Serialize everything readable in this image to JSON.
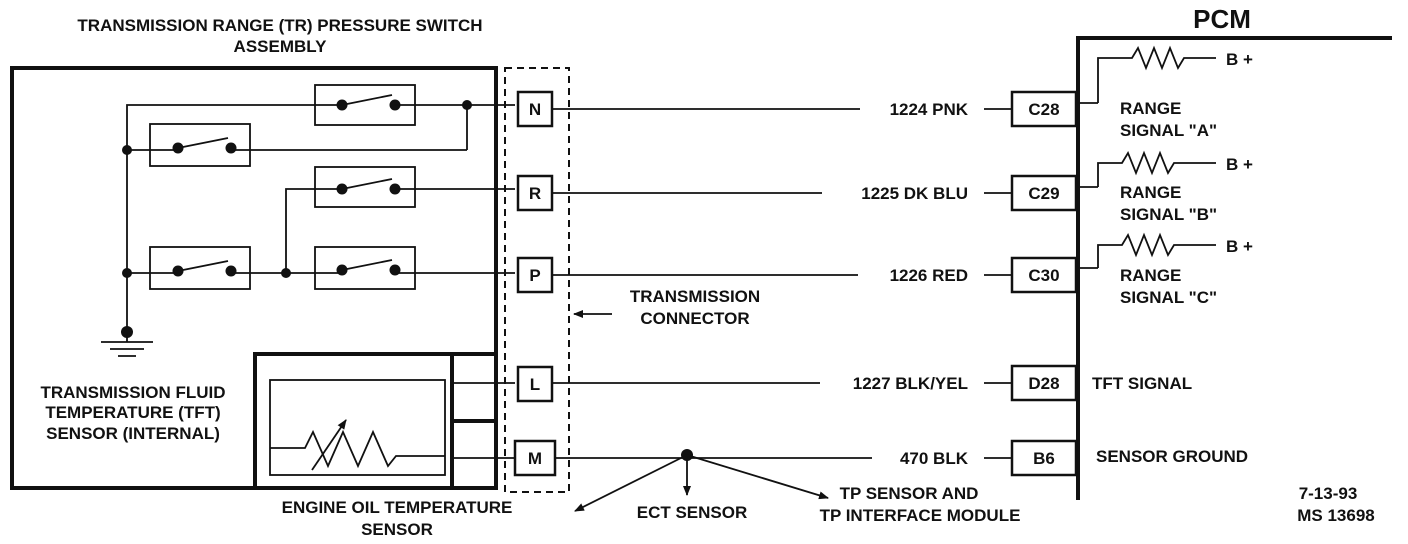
{
  "title": {
    "line1": "TRANSMISSION RANGE (TR) PRESSURE SWITCH",
    "line2": "ASSEMBLY"
  },
  "pcm_label": "PCM",
  "connector_label": {
    "line1": "TRANSMISSION",
    "line2": "CONNECTOR"
  },
  "tft_label": {
    "line1": "TRANSMISSION FLUID",
    "line2": "TEMPERATURE (TFT)",
    "line3": "SENSOR (INTERNAL)"
  },
  "oil_label": {
    "line1": "ENGINE OIL TEMPERATURE",
    "line2": "SENSOR"
  },
  "pins": [
    "N",
    "R",
    "P",
    "L",
    "M"
  ],
  "wires": [
    "1224 PNK",
    "1225 DK BLU",
    "1226 RED",
    "1227 BLK/YEL",
    "470 BLK"
  ],
  "terminals": [
    "C28",
    "C29",
    "C30",
    "D28",
    "B6"
  ],
  "bplus": [
    "B +",
    "B +",
    "B +"
  ],
  "range_signals": [
    {
      "line1": "RANGE",
      "line2": "SIGNAL \"A\""
    },
    {
      "line1": "RANGE",
      "line2": "SIGNAL \"B\""
    },
    {
      "line1": "RANGE",
      "line2": "SIGNAL \"C\""
    }
  ],
  "tft_signal": "TFT SIGNAL",
  "sensor_ground": "SENSOR GROUND",
  "ect_sensor": "ECT SENSOR",
  "tp_sensor": {
    "line1": "TP SENSOR AND",
    "line2": "TP INTERFACE MODULE"
  },
  "footer": {
    "date": "7-13-93",
    "code": "MS 13698"
  }
}
